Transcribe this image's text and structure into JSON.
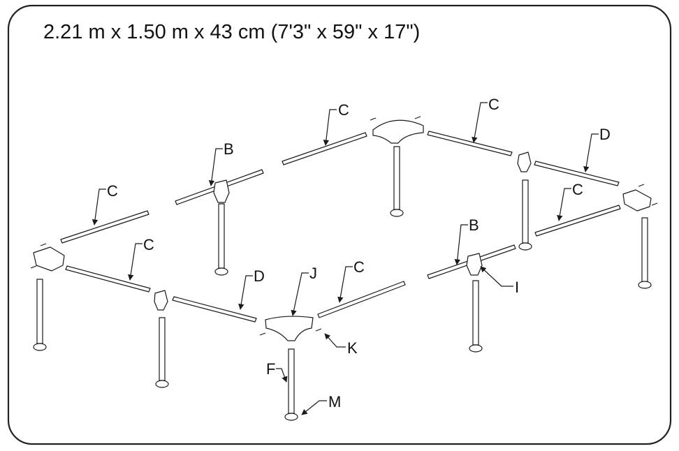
{
  "title": "2.21 m x 1.50 m x 43 cm (7'3\" x 59\" x 17\")",
  "labels": {
    "c1": "C",
    "c2": "C",
    "c3": "C",
    "c4": "C",
    "c5": "C",
    "c6": "C",
    "b1": "B",
    "b2": "B",
    "d1": "D",
    "d2": "D",
    "j": "J",
    "k": "K",
    "f": "F",
    "m": "M",
    "i": "I"
  },
  "colors": {
    "line": "#1a1a1a",
    "frame": "#222222",
    "background": "#ffffff"
  }
}
